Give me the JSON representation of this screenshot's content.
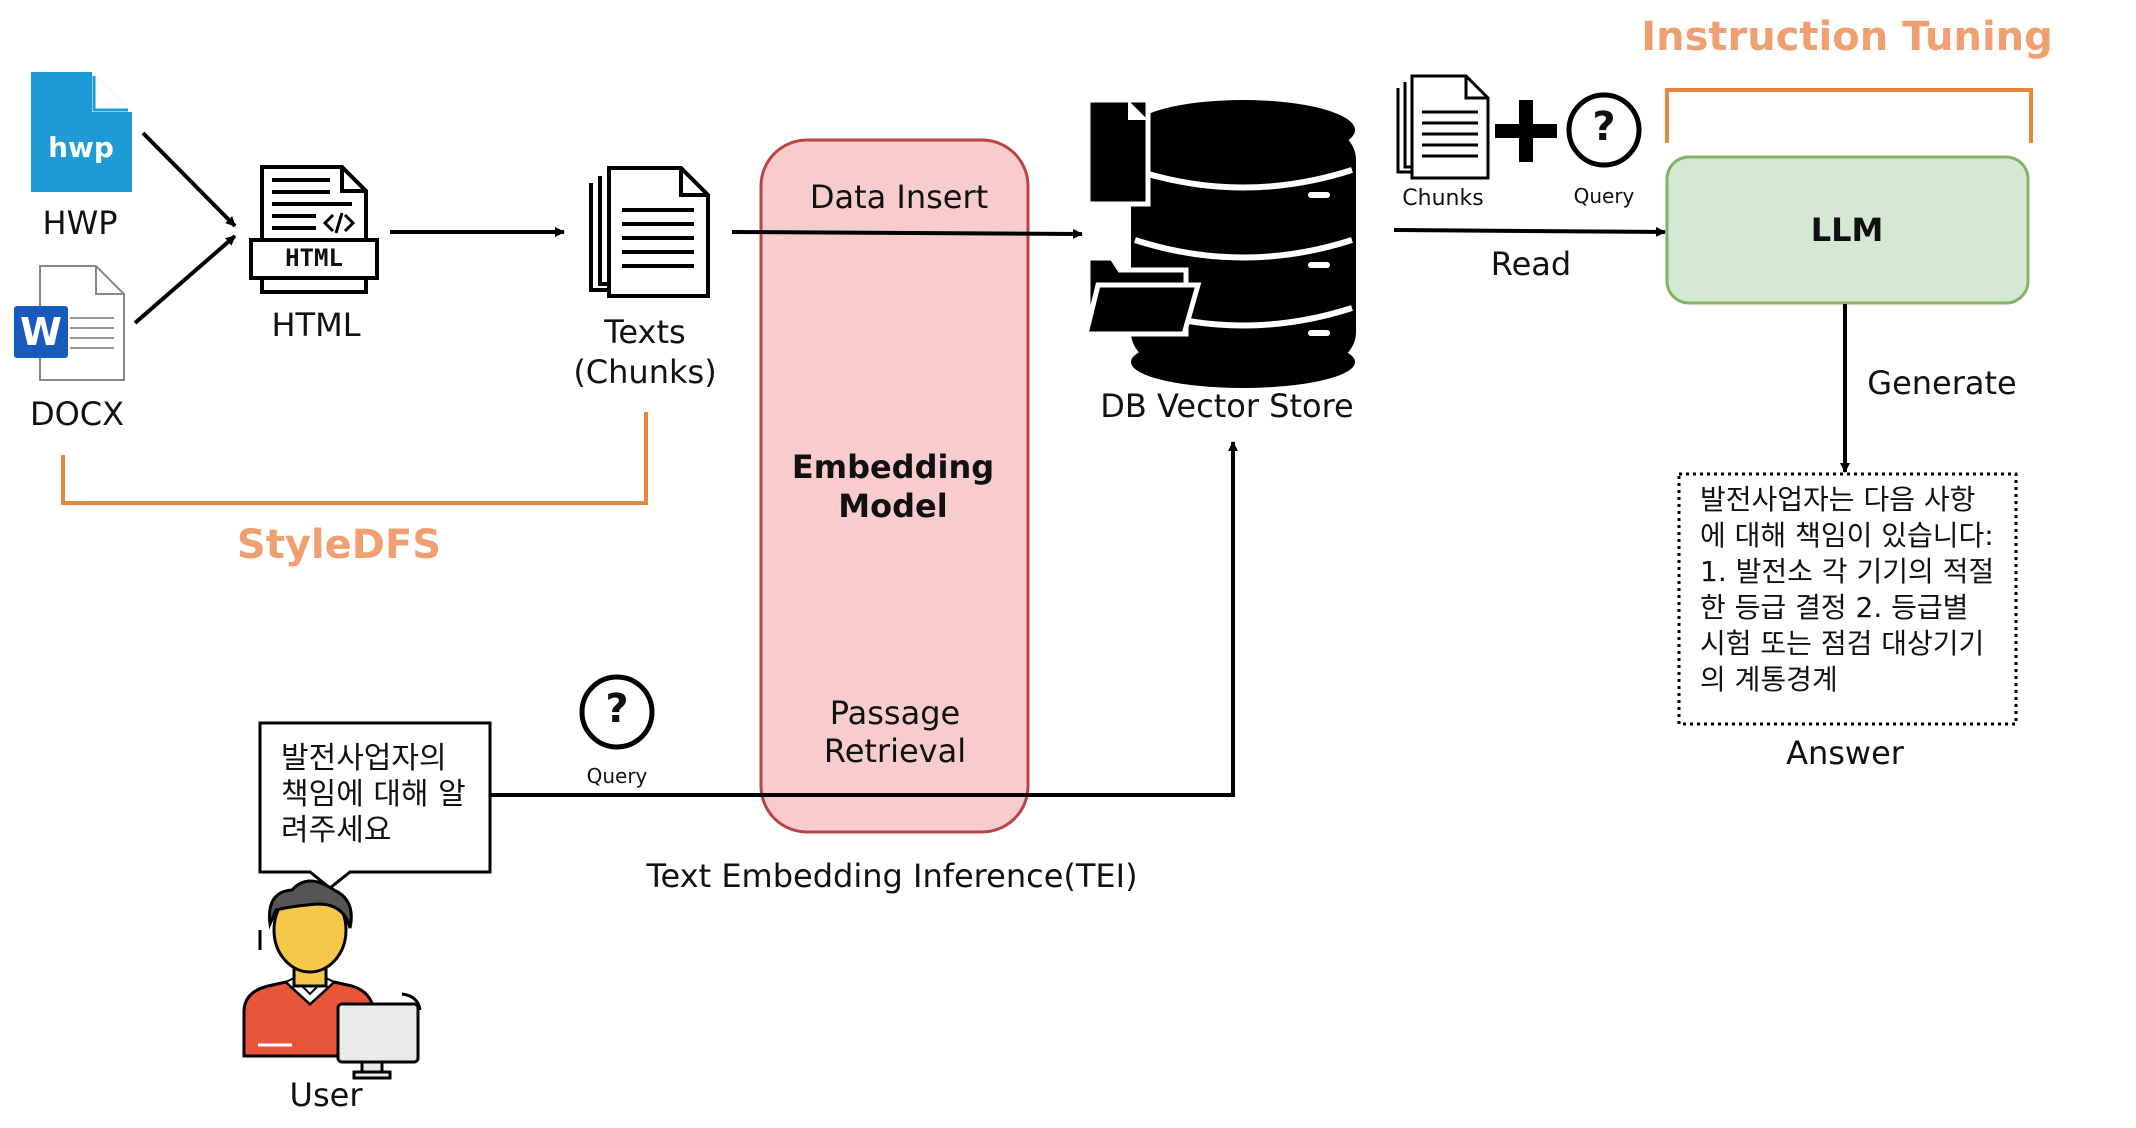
{
  "inputs": {
    "hwp_icon_text": "hwp",
    "hwp_label": "HWP",
    "docx_icon_text": "W",
    "docx_label": "DOCX"
  },
  "html_node": {
    "icon_text": "HTML",
    "label": "HTML"
  },
  "texts_node": {
    "label_line1": "Texts",
    "label_line2": "(Chunks)"
  },
  "styledfs": {
    "label": "StyleDFS"
  },
  "embedding": {
    "data_insert": "Data Insert",
    "model_line1": "Embedding",
    "model_line2": "Model",
    "retrieval_line1": "Passage",
    "retrieval_line2": "Retrieval",
    "tei_label": "Text Embedding Inference(TEI)"
  },
  "db": {
    "label": "DB Vector Store"
  },
  "context": {
    "chunks_label": "Chunks",
    "query_label": "Query",
    "read_label": "Read"
  },
  "instruction_tuning": {
    "label": "Instruction Tuning"
  },
  "llm": {
    "label": "LLM",
    "generate_label": "Generate"
  },
  "answer": {
    "text": "발전사업자는 다음 사항에 대해 책임이 있습니다: 1. 발전소 각 기기의 적절한 등급 결정 2. 등급별 시험 또는 점검 대상기기의 계통경계",
    "label": "Answer"
  },
  "user": {
    "question": "발전사업자의 책임에 대해 알려주세요",
    "query_label": "Query",
    "label": "User"
  },
  "colors": {
    "orange": "#E8873A",
    "orange_text": "#F0A070",
    "embed_fill": "#F8CCCC",
    "embed_stroke": "#B84444",
    "llm_fill": "#D5E8D4",
    "llm_stroke": "#82B366",
    "word_blue": "#185ABD",
    "hwp_blue": "#1E9BD7"
  }
}
